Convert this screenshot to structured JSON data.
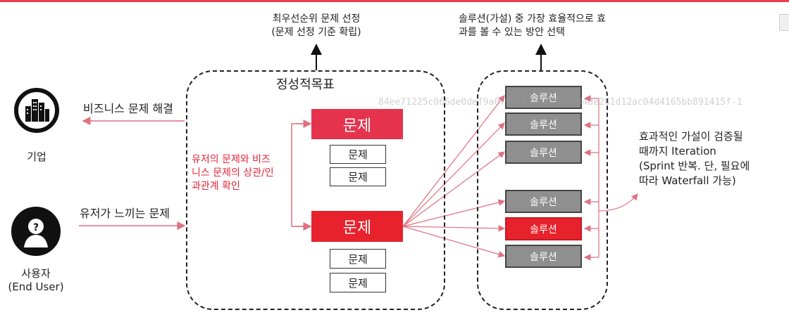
{
  "top_left": {
    "line1": "최우선순위 문제 선정",
    "line2": "(문제 선정 기준 확립)"
  },
  "top_right": {
    "line1": "솔루션(가설) 중 가장 효율적으로 효",
    "line2": "과를 볼 수 있는 방안 선택"
  },
  "company": {
    "label_text": "기업",
    "arrow_text": "비즈니스 문제 해결"
  },
  "user": {
    "label_line1": "사용자",
    "label_line2": "(End User)",
    "arrow_text": "유저가 느끼는 문제"
  },
  "middle": {
    "title": "정성적목표",
    "red_note": {
      "line1": "유저의 문제와 비즈",
      "line2": "니스 문제의 상관/인",
      "line3": "과관계 확인"
    },
    "top_problem": "문제",
    "top_subs": [
      "문제",
      "문제"
    ],
    "main_problem": "문제",
    "main_subs": [
      "문제",
      "문제"
    ]
  },
  "solutions": [
    "솔루션",
    "솔루션",
    "솔루션",
    "솔루션",
    "솔루션",
    "솔루션"
  ],
  "iteration_note": {
    "line1": "효과적인 가설이 검증될",
    "line2": "때까지 Iteration",
    "line3": "(Sprint 반복. 단, 필요에",
    "line4": "따라 Waterfall 가능)"
  },
  "watermark": "84ee71225c066de0def9a0f91e1ab8ae80d704de281d12ac04d4165bb891415f-1",
  "colors": {
    "accent_red": "#e8222c",
    "pink_red": "#e6334d",
    "solution_gray": "#8f8f8f",
    "note_red": "#e2263a"
  }
}
